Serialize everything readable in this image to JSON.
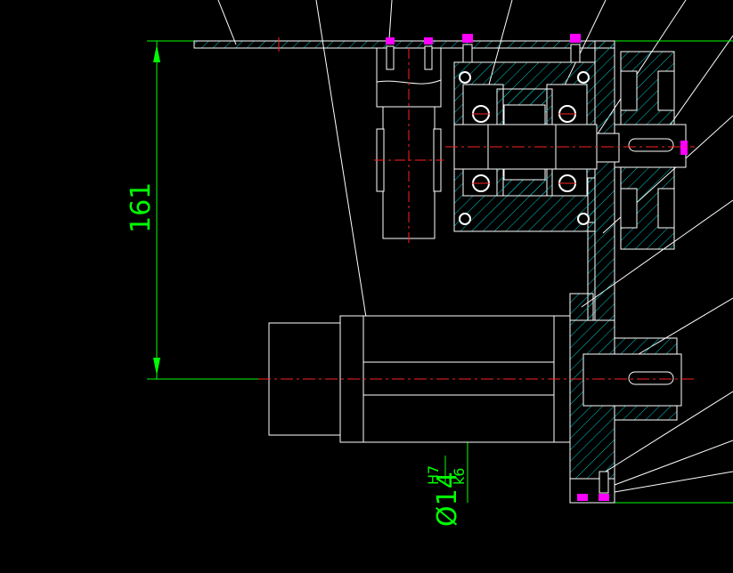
{
  "canvas": {
    "background": "#000000"
  },
  "colors": {
    "outline": "#ffffff",
    "centerline": "#ff2020",
    "dimension": "#00ff00",
    "hatch": "#00c8c8",
    "fastener": "#ff00ff"
  },
  "dimensions": {
    "vertical_distance": {
      "value": "161"
    },
    "shaft_fit": {
      "prefix": "Ø14",
      "upper": "H7",
      "lower": "k6"
    }
  }
}
